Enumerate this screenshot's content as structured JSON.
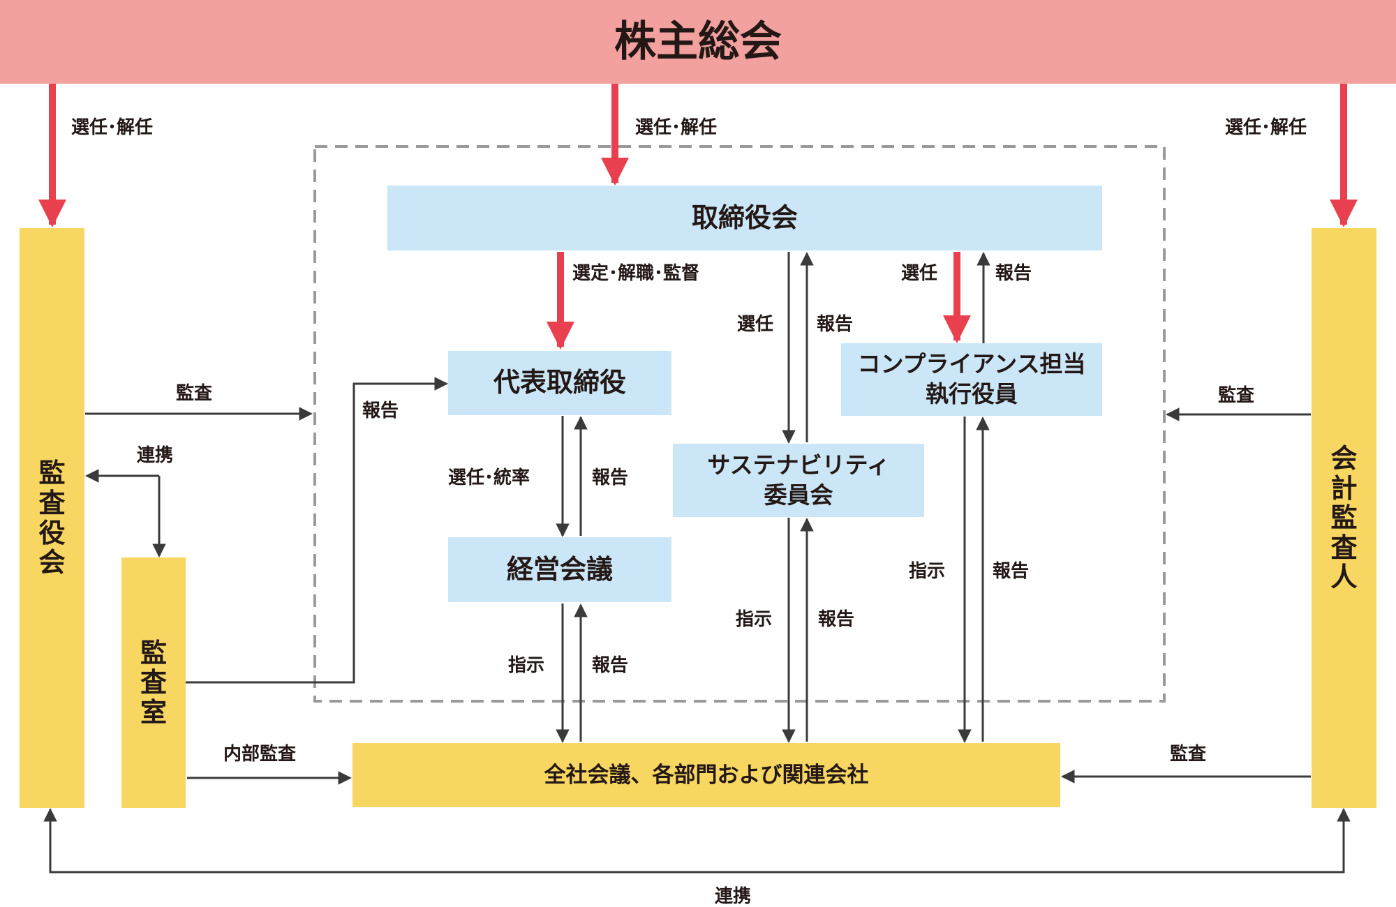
{
  "nodes": {
    "shareholders": "株主総会",
    "board": "取締役会",
    "president": "代表取締役",
    "management_meeting": "経営会議",
    "compliance_officer_line1": "コンプライアンス担当",
    "compliance_officer_line2": "執行役員",
    "sustainability_line1": "サステナビリティ",
    "sustainability_line2": "委員会",
    "audit_board": [
      "監",
      "査",
      "役",
      "会"
    ],
    "audit_office": [
      "監",
      "査",
      "室"
    ],
    "accounting_auditor": [
      "会",
      "計",
      "監",
      "査",
      "人"
    ],
    "group": "全社会議、各部門および関連会社"
  },
  "labels": {
    "elect_dismiss_left": "選任･解任",
    "elect_dismiss_center": "選任･解任",
    "elect_dismiss_right": "選任･解任",
    "select_dismiss_supervise": "選定･解職･監督",
    "elect_board_sustain": "選任",
    "report_sustain_board": "報告",
    "elect_compliance": "選任",
    "report_compliance": "報告",
    "audit_left": "監査",
    "report_audit_office": "報告",
    "cooperation_upper": "連携",
    "elect_supervise": "選任･統率",
    "report_management": "報告",
    "audit_right": "監査",
    "instruct_compliance": "指示",
    "report_compliance_group": "報告",
    "instruct_sustain": "指示",
    "report_sustain": "報告",
    "instruct_management": "指示",
    "report_group": "報告",
    "internal_audit": "内部監査",
    "audit_group": "監査",
    "cooperation_bottom": "連携"
  },
  "colors": {
    "shareholders": "#f2a19f",
    "executive_boxes": "#cbe6f7",
    "audit_boxes": "#f7d661",
    "red_arrow": "#e8404e",
    "dark_arrow": "#3a3a3a",
    "dashed_border": "#9a9a9a"
  }
}
